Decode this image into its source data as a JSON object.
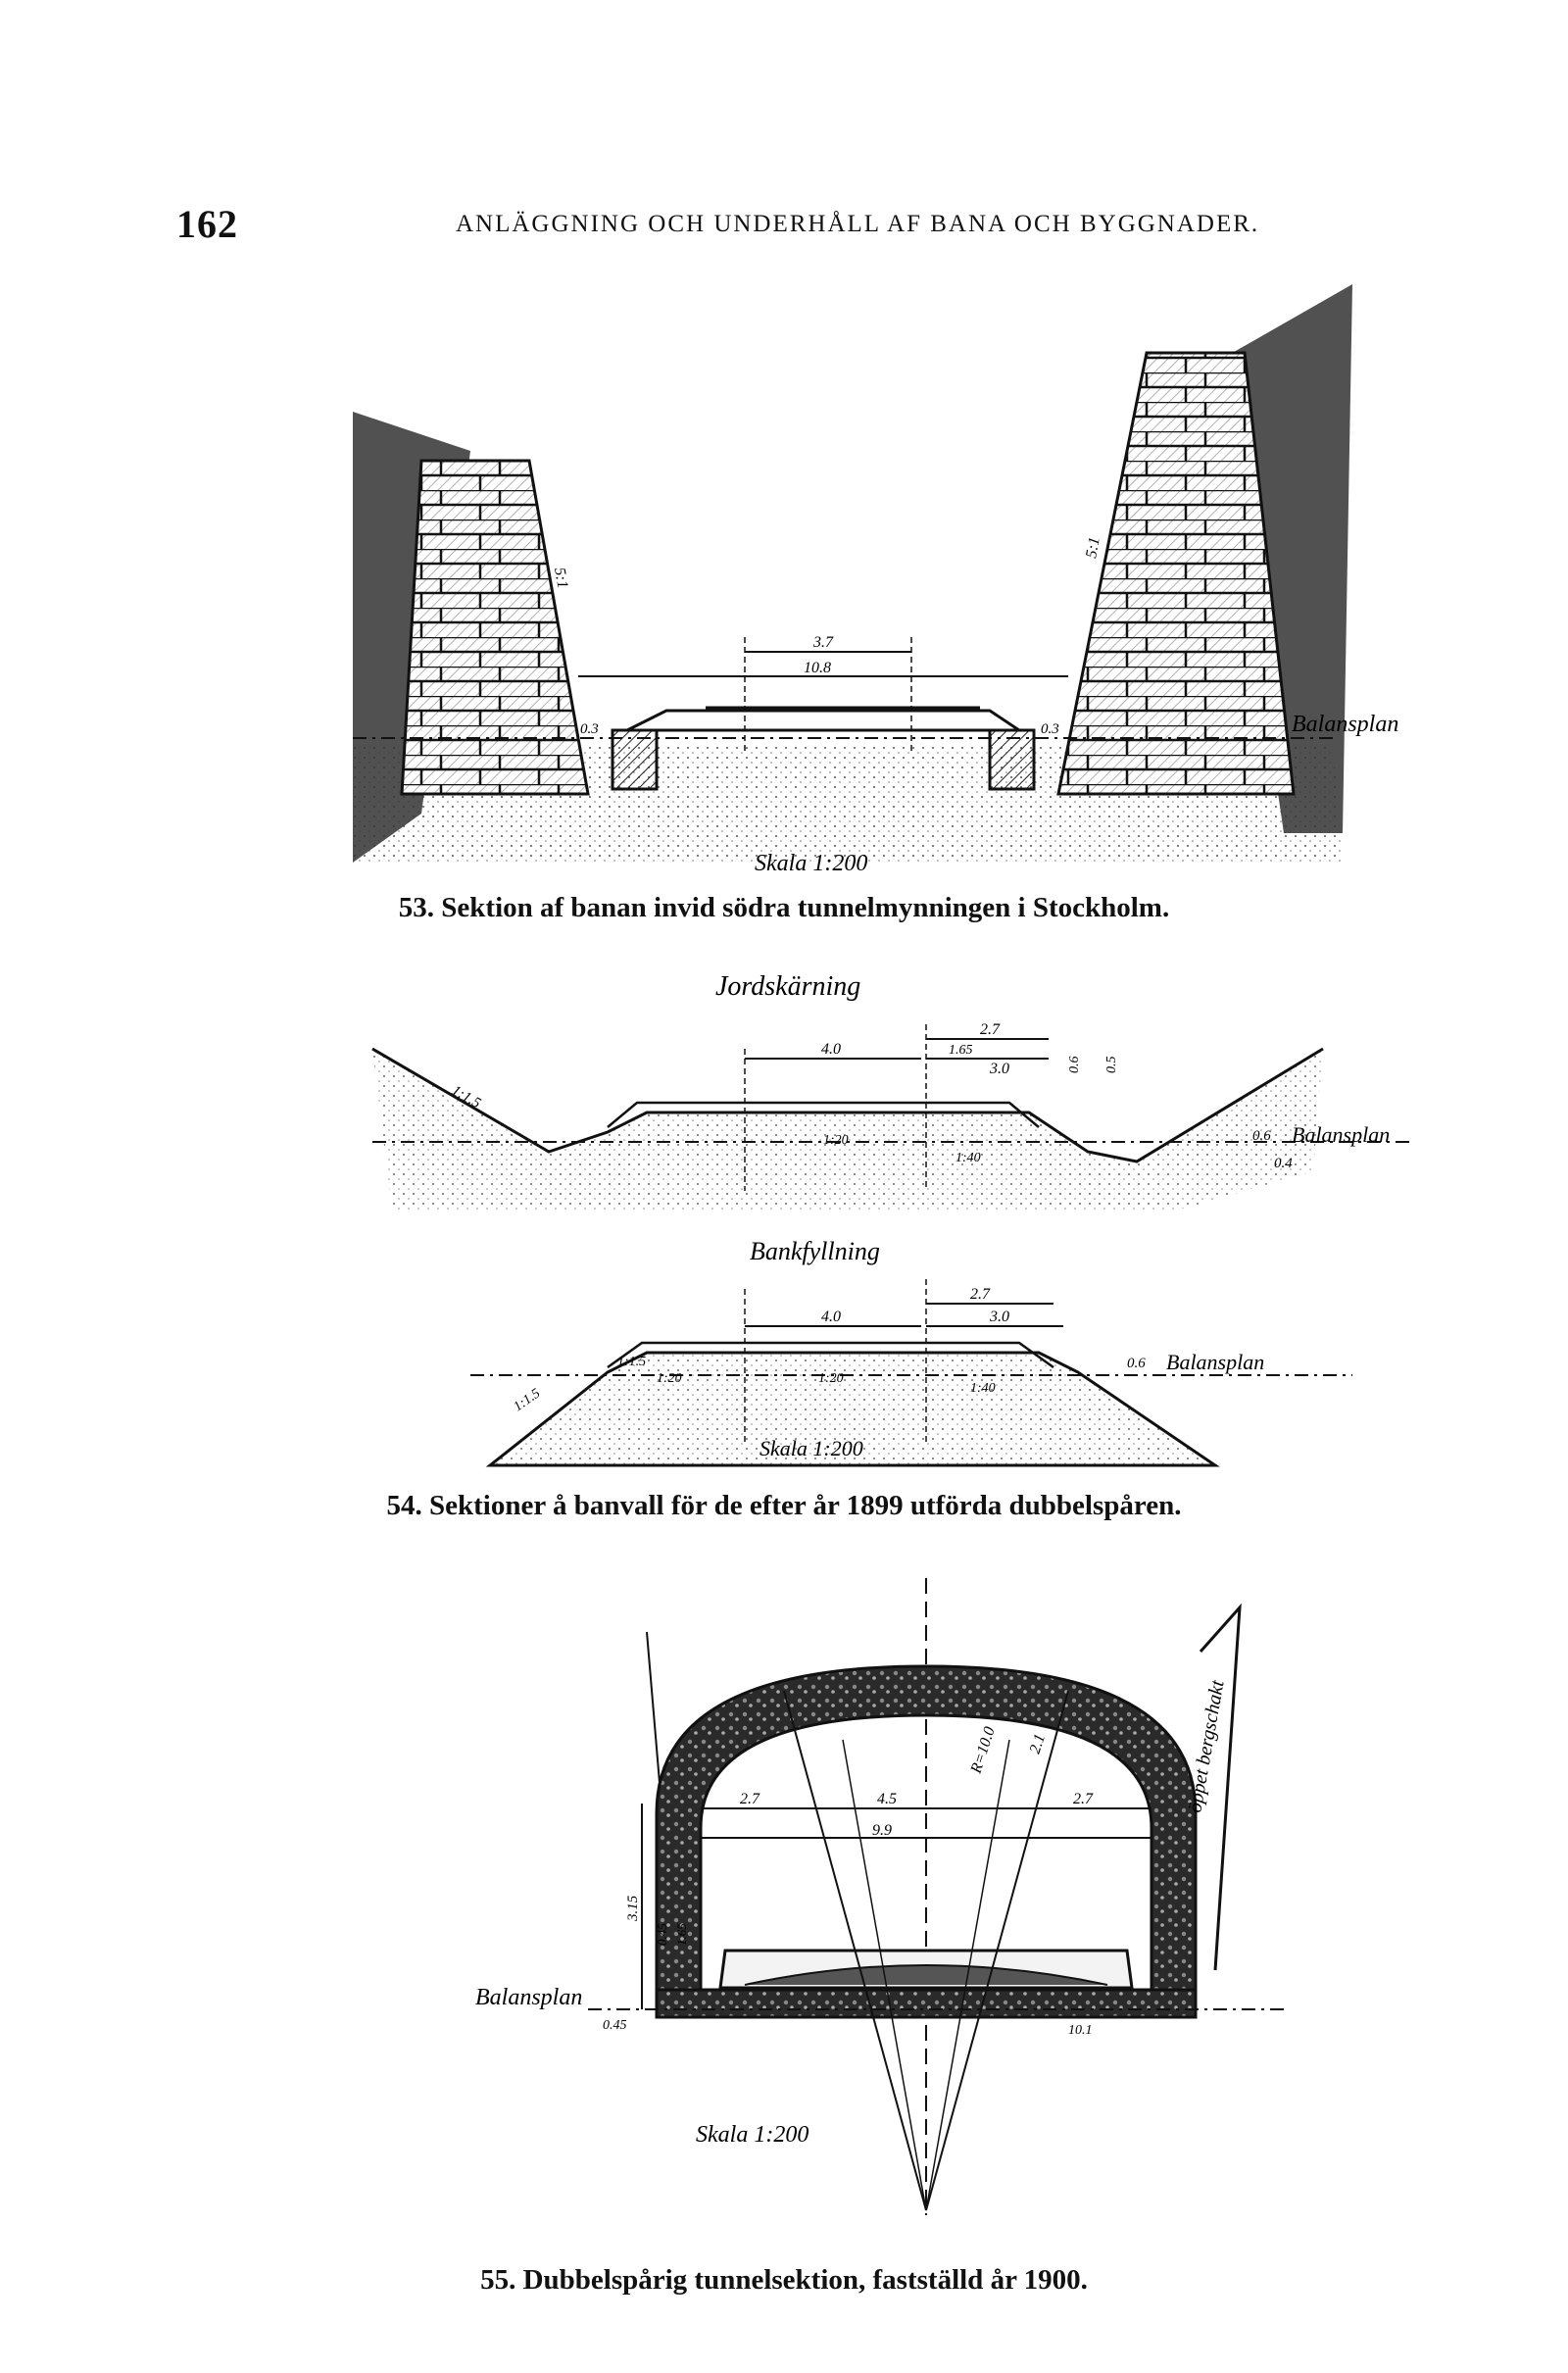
{
  "header": {
    "page_number": "162",
    "running_title": "ANLÄGGNING OCH UNDERHÅLL AF BANA OCH BYGGNADER."
  },
  "fig53": {
    "caption": "53. Sektion af banan invid södra tunnelmynningen i Stockholm.",
    "scale": "Skala 1:200",
    "label_balansplan": "Balansplan",
    "dim_37": "3.7",
    "dim_108": "10.8",
    "slope": "5:1",
    "dim_03": "0.3"
  },
  "fig54": {
    "caption": "54. Sektioner å banvall för de efter år 1899 utförda dubbelspåren.",
    "top_title": "Jordskärning",
    "bottom_title": "Bankfyllning",
    "scale": "Skala 1:200",
    "label_balansplan": "Balansplan",
    "dim_40": "4.0",
    "dim_27": "2.7",
    "dim_165": "1.65",
    "dim_30": "3.0",
    "dim_06": "0.6",
    "dim_05": "0.5",
    "dim_04": "0.4",
    "slope_115": "1:1.5",
    "slope_120": "1:20",
    "slope_140": "1:40"
  },
  "fig55": {
    "caption": "55. Dubbelspårig tunnelsektion, fastställd år 1900.",
    "scale": "Skala 1:200",
    "label_balansplan": "Balansplan",
    "label_rock": "öppet bergschakt",
    "dim_r10": "R=10.0",
    "dim_21": "2.1",
    "dim_27": "2.7",
    "dim_45": "4.5",
    "dim_99": "9.9",
    "dim_315": "3.15",
    "dim_045": "0.45",
    "dim_165": "1.65",
    "dim_101": "10.1"
  }
}
